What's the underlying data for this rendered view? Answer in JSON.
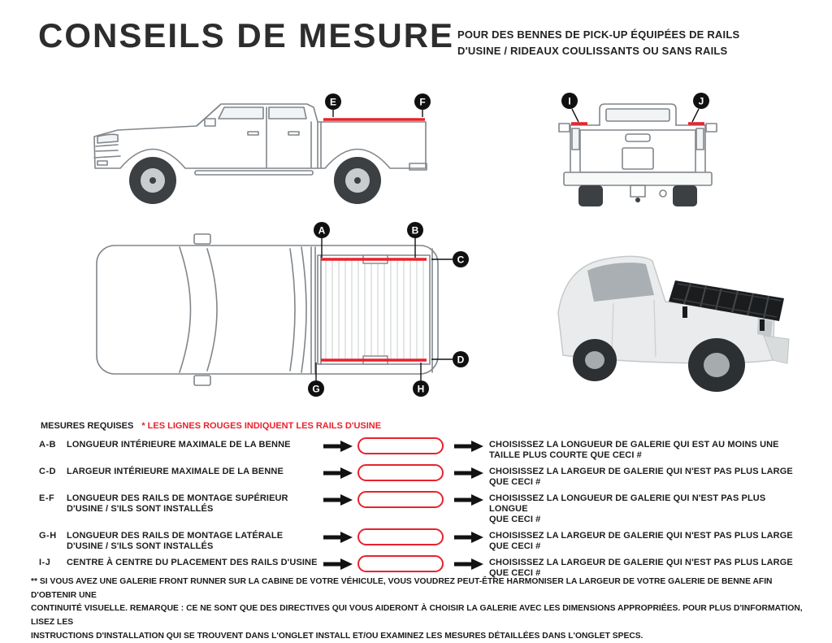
{
  "page": {
    "title": "CONSEILS DE MESURE",
    "subtitle": "POUR DES BENNES DE PICK-UP ÉQUIPÉES DE RAILS\nD'USINE / RIDEAUX COULISSANTS OU SANS RAILS"
  },
  "diagram": {
    "rail_accent_color": "#e8222d",
    "markers": {
      "a": "A",
      "b": "B",
      "c": "C",
      "d": "D",
      "e": "E",
      "f": "F",
      "g": "G",
      "h": "H",
      "i": "I",
      "j": "J"
    }
  },
  "measures": {
    "heading": "MESURES REQUISES",
    "red_note": "* LES LIGNES ROUGES INDIQUENT LES RAILS D'USINE",
    "rows": [
      {
        "key": "A-B",
        "label": "LONGUEUR INTÉRIEURE MAXIMALE DE LA BENNE",
        "result": "CHOISISSEZ LA LONGUEUR DE GALERIE QUI EST AU MOINS UNE\nTAILLE PLUS COURTE QUE CECI #"
      },
      {
        "key": "C-D",
        "label": "LARGEUR INTÉRIEURE MAXIMALE DE LA BENNE",
        "result": "CHOISISSEZ LA LARGEUR DE GALERIE QUI N'EST PAS PLUS LARGE\nQUE CECI #"
      },
      {
        "key": "E-F",
        "label": "LONGUEUR DES RAILS DE MONTAGE SUPÉRIEUR\nD'USINE / S'ILS SONT INSTALLÉS",
        "result": "CHOISISSEZ LA LONGUEUR DE GALERIE QUI N'EST PAS PLUS LONGUE\nQUE CECI #"
      },
      {
        "key": "G-H",
        "label": "LONGUEUR DES RAILS DE MONTAGE LATÉRALE\nD'USINE / S'ILS SONT INSTALLÉS",
        "result": "CHOISISSEZ LA LARGEUR DE GALERIE QUI N'EST PAS PLUS LARGE\nQUE CECI #"
      },
      {
        "key": "I-J",
        "label": "CENTRE À CENTRE DU PLACEMENT DES RAILS D'USINE",
        "result": "CHOISISSEZ LA LARGEUR DE GALERIE QUI N'EST PAS PLUS LARGE\nQUE CECI #"
      }
    ]
  },
  "footnote": "** SI VOUS AVEZ UNE GALERIE FRONT RUNNER SUR LA CABINE DE VOTRE VÉHICULE, VOUS VOUDREZ PEUT-ÊTRE HARMONISER LA LARGEUR DE VOTRE GALERIE DE BENNE AFIN D'OBTENIR UNE\nCONTINUITÉ VISUELLE. REMARQUE : CE NE SONT QUE DES DIRECTIVES QUI VOUS AIDERONT À CHOISIR LA GALERIE AVEC LES DIMENSIONS APPROPRIÉES. POUR PLUS D'INFORMATION, LISEZ LES\nINSTRUCTIONS D'INSTALLATION QUI SE TROUVENT DANS L'ONGLET INSTALL ET/OU EXAMINEZ LES MESURES DÉTAILLÉES DANS L'ONGLET SPECS."
}
